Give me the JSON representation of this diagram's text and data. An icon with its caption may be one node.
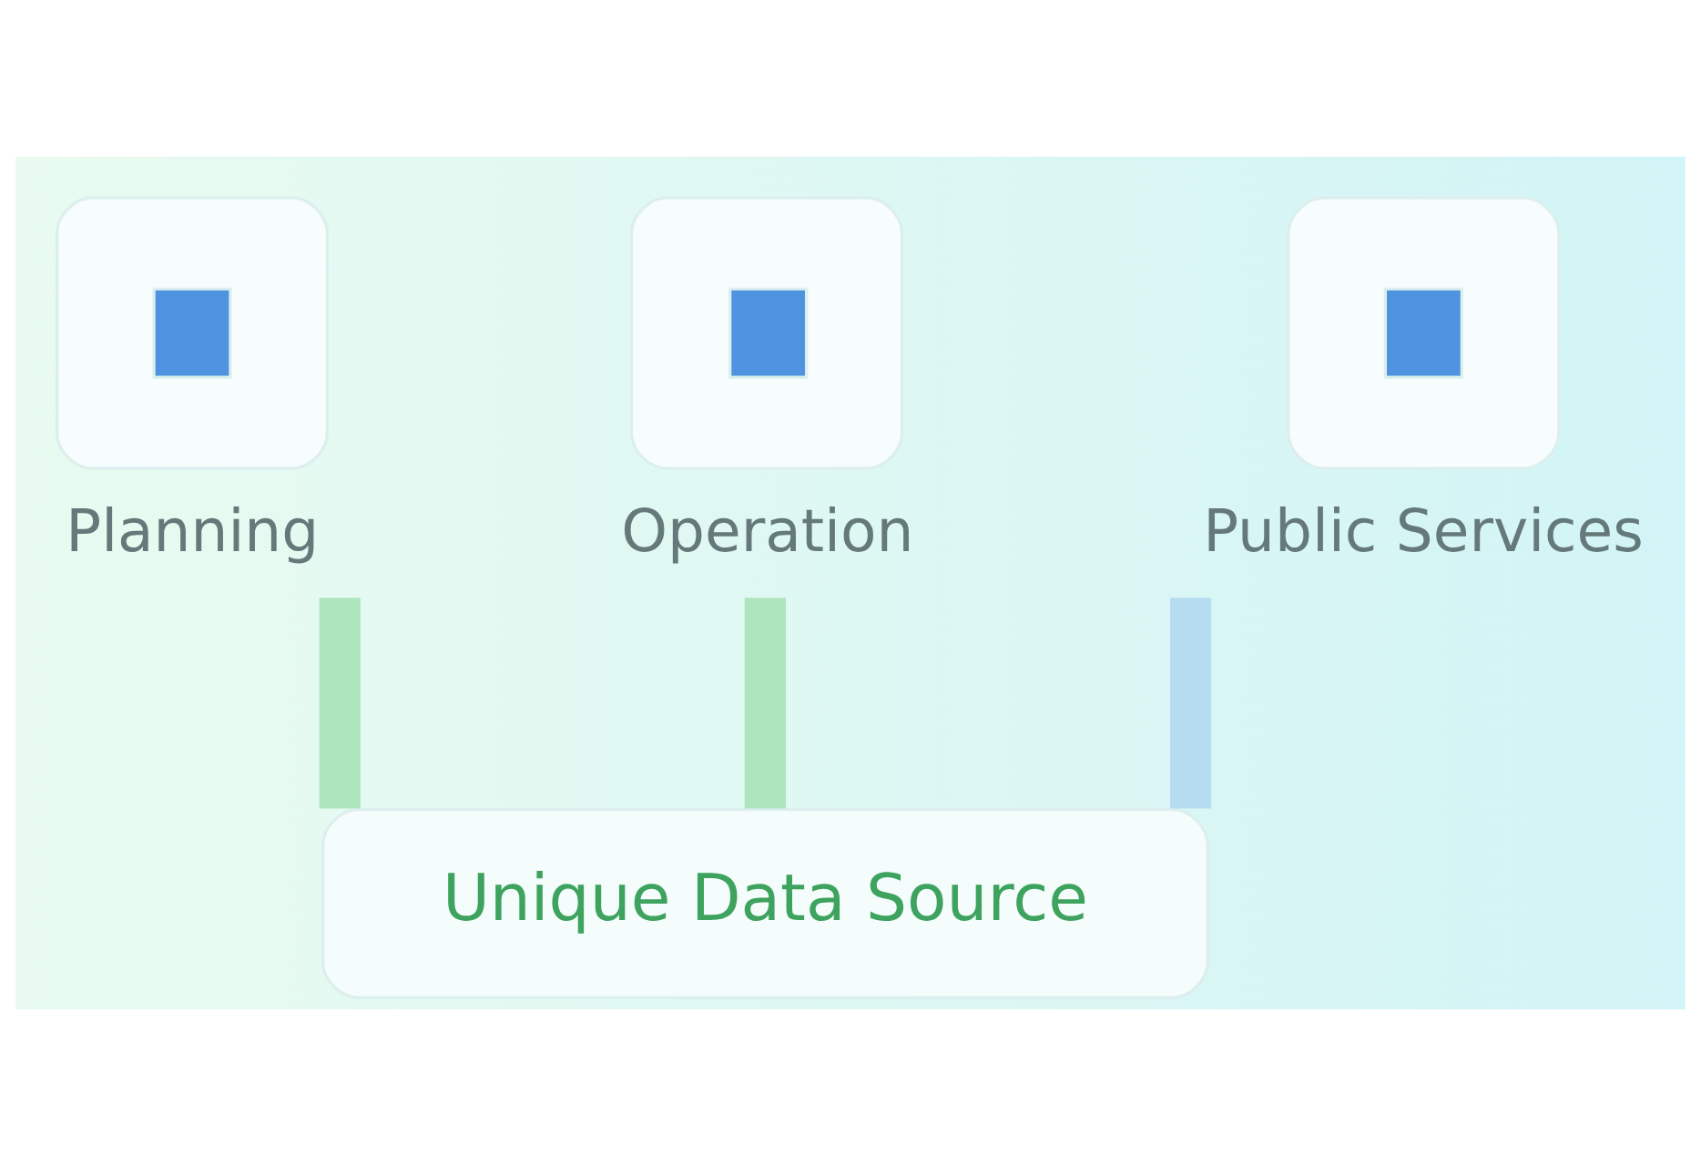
{
  "diagram": {
    "nodes": [
      {
        "text": [
          "Planning"
        ]
      },
      {
        "text": [
          "Operation"
        ]
      },
      {
        "text": [
          "Public Services"
        ]
      },
      {
        "text": [
          "Unique Data Source"
        ]
      }
    ],
    "edges": [
      {
        "from": 0,
        "to": 3,
        "arrow": "none"
      },
      {
        "from": 1,
        "to": 3,
        "arrow": "none"
      },
      {
        "from": 2,
        "to": 3,
        "arrow": "none",
        "color": "#b5dcf0"
      }
    ]
  }
}
